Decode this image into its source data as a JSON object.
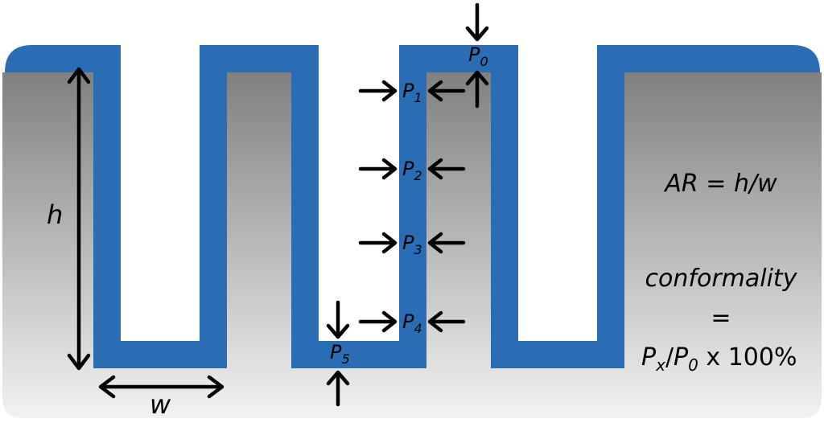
{
  "colors": {
    "film": "#2a6db5",
    "substrate_top": "#808080",
    "substrate_bottom": "#f2f2f2",
    "arrow": "#000000"
  },
  "labels": {
    "P0": {
      "main": "P",
      "sub": "0"
    },
    "P1": {
      "main": "P",
      "sub": "1"
    },
    "P2": {
      "main": "P",
      "sub": "2"
    },
    "P3": {
      "main": "P",
      "sub": "3"
    },
    "P4": {
      "main": "P",
      "sub": "4"
    },
    "P5": {
      "main": "P",
      "sub": "5"
    },
    "h": "h",
    "w": "w"
  },
  "formulas": {
    "aspect_ratio": "AR = h/w",
    "conformality_word": "conformality",
    "equals": "=",
    "px_main": "P",
    "px_sub": "x",
    "slash": "/",
    "p0_main": "P",
    "p0_sub": "0",
    "times": " x 100%"
  }
}
